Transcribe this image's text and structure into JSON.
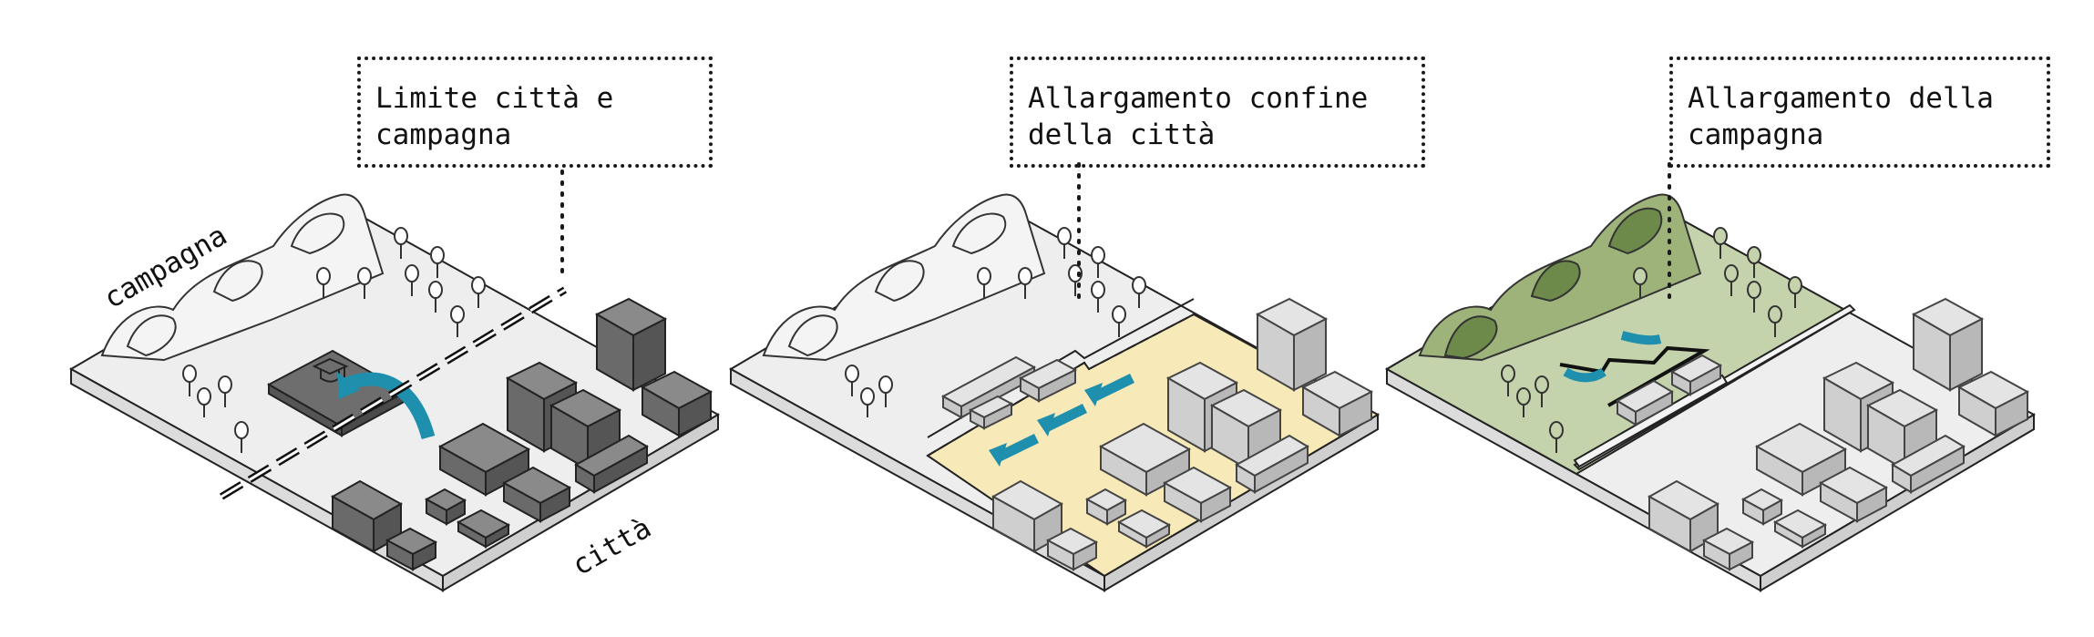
{
  "panels": [
    {
      "callout": {
        "line1": "Limite città e",
        "line2": "campagna"
      },
      "labels": {
        "countryside": "campagna",
        "city": "città"
      }
    },
    {
      "callout": {
        "line1": "Allargamento confine",
        "line2": "della città"
      }
    },
    {
      "callout": {
        "line1": "Allargamento della",
        "line2": "campagna"
      }
    }
  ],
  "colors": {
    "city_expansion": "#f8eab8",
    "countryside_expansion": "#c5d3ad",
    "hills_green": "#7e9a58",
    "arrow": "#1f8fae",
    "dark_block": "#6e6e6e",
    "light_block": "#d8d8d8"
  },
  "icons": [
    "graduation-cap-icon"
  ]
}
